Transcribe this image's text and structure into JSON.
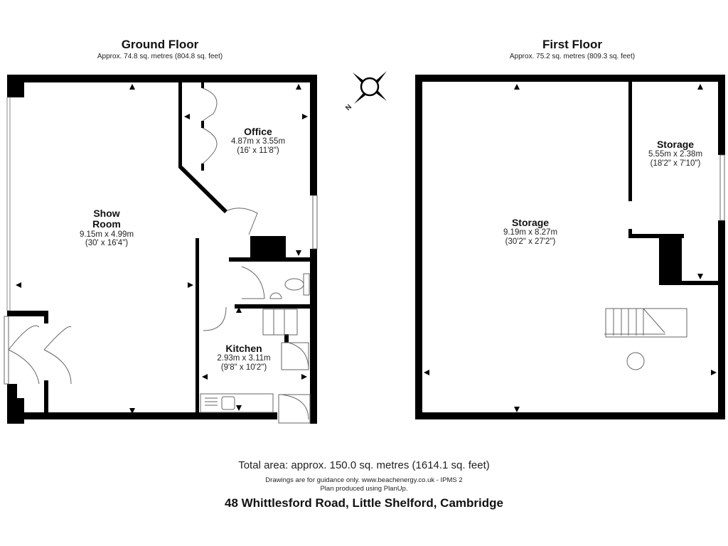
{
  "floors": [
    {
      "title": "Ground Floor",
      "area": "Approx. 74.8 sq. metres (804.8 sq. feet)",
      "rooms": [
        {
          "name": "Show",
          "name2": "Room",
          "metric": "9.15m x 4.99m",
          "imperial": "(30' x 16'4\")"
        },
        {
          "name": "Office",
          "metric": "4.87m x 3.55m",
          "imperial": "(16' x 11'8\")"
        },
        {
          "name": "Kitchen",
          "metric": "2.93m x 3.11m",
          "imperial": "(9'8\" x 10'2\")"
        }
      ]
    },
    {
      "title": "First Floor",
      "area": "Approx. 75.2 sq. metres (809.3 sq. feet)",
      "rooms": [
        {
          "name": "Storage",
          "metric": "9.19m x 8.27m",
          "imperial": "(30'2\" x 27'2\")"
        },
        {
          "name": "Storage",
          "metric": "5.55m x 2.38m",
          "imperial": "(18'2\" x 7'10\")"
        }
      ]
    }
  ],
  "compass": {
    "label": "N",
    "icon": "compass-icon"
  },
  "footer": {
    "total_area": "Total area: approx. 150.0 sq. metres (1614.1 sq. feet)",
    "disclaimer_line1": "Drawings are for guidance only. www.beachenergy.co.uk - IPMS 2",
    "disclaimer_line2": "Plan produced using PlanUp.",
    "address": "48 Whittlesford Road, Little Shelford, Cambridge"
  },
  "colors": {
    "wall": "#000000",
    "line": "#555555",
    "background": "#ffffff"
  }
}
